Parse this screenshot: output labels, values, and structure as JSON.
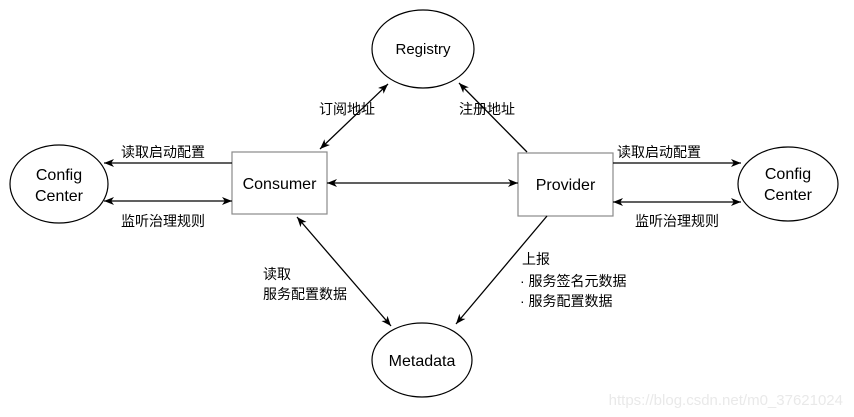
{
  "diagram": {
    "nodes": {
      "registry": {
        "label": "Registry"
      },
      "consumer": {
        "label": "Consumer"
      },
      "provider": {
        "label": "Provider"
      },
      "config_center_left": {
        "line1": "Config",
        "line2": "Center"
      },
      "config_center_right": {
        "line1": "Config",
        "line2": "Center"
      },
      "metadata": {
        "label": "Metadata"
      }
    },
    "edges": {
      "consumer_registry": {
        "label": "订阅地址"
      },
      "provider_registry": {
        "label": "注册地址"
      },
      "consumer_config": {
        "read_label": "读取启动配置",
        "listen_label": "监听治理规则"
      },
      "provider_config": {
        "read_label": "读取启动配置",
        "listen_label": "监听治理规则"
      },
      "consumer_metadata": {
        "line1": "读取",
        "line2": "服务配置数据"
      },
      "provider_metadata": {
        "line1": "上报",
        "line2": "· 服务签名元数据",
        "line3": "· 服务配置数据"
      }
    }
  },
  "watermark": {
    "text": "https://blog.csdn.net/m0_37621024"
  },
  "colors": {
    "background": "#ffffff",
    "ellipse_stroke": "#000000",
    "rect_stroke": "#8a8a8a",
    "line": "#000000",
    "text": "#000000",
    "watermark_text": "#e9e9e9"
  }
}
